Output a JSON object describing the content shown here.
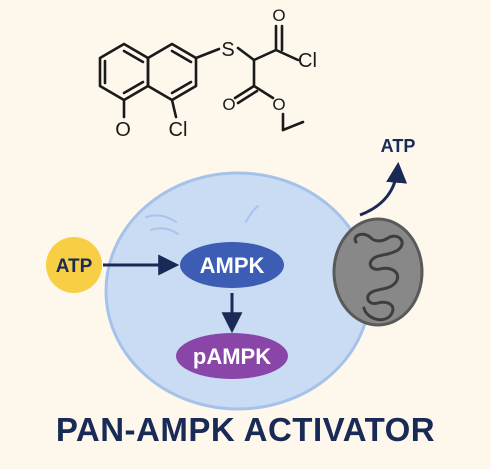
{
  "molecule": {
    "atoms": {
      "sulfur": "S",
      "chlorine_acyl": "Cl",
      "oxygen_hydroxy": "O",
      "chlorine_ring": "Cl"
    }
  },
  "diagram": {
    "atp_input": "ATP",
    "ampk": "AMPK",
    "pampk": "pAMPK",
    "atp_output": "ATP"
  },
  "title": "PAN-AMPK ACTIVATOR",
  "colors": {
    "background": "#fdf7ec",
    "cell_fill": "#c9dcf4",
    "cell_stroke": "#a4c2ea",
    "ampk_fill": "#3d5db5",
    "pampk_fill": "#8a45a9",
    "atp_fill": "#f7ce44",
    "mito_fill": "#888888",
    "navy": "#182a55"
  }
}
